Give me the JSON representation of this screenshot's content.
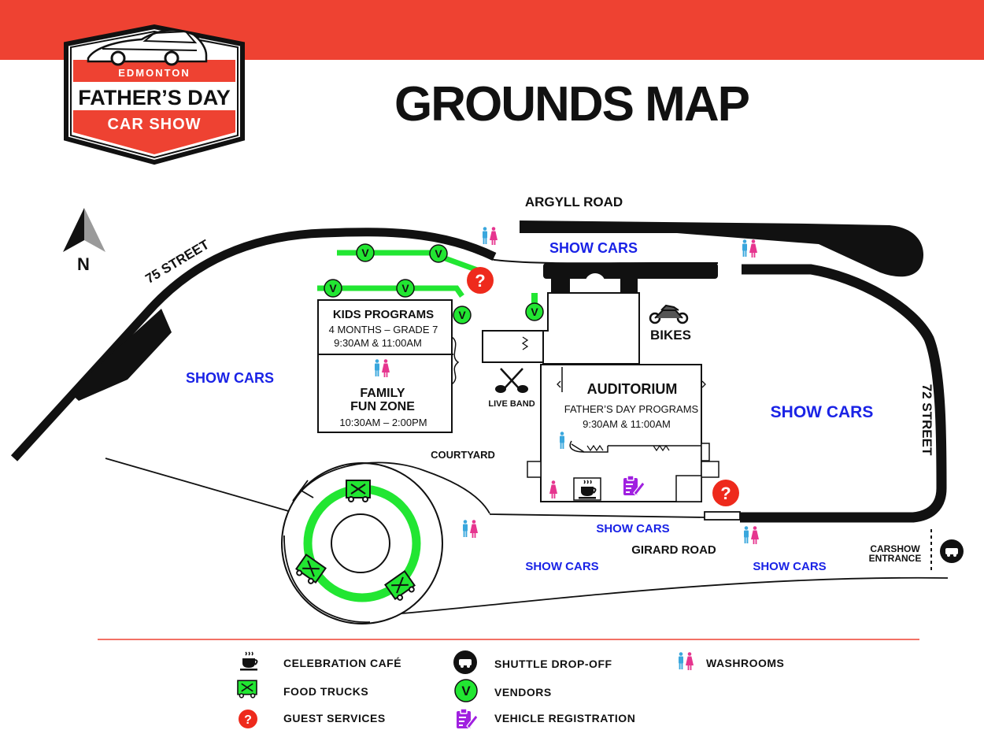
{
  "logo": {
    "top_text": "EDMONTON",
    "line1": "FATHER’S DAY",
    "line2": "CAR SHOW"
  },
  "title": "GROUNDS MAP",
  "north_label": "N",
  "roads": {
    "argyll": "ARGYLL ROAD",
    "street75": "75 STREET",
    "street72": "72 STREET",
    "girard": "GIRARD ROAD"
  },
  "areas": {
    "show_cars": "SHOW CARS",
    "kids_programs": {
      "title": "KIDS PROGRAMS",
      "age": "4 MONTHS – GRADE 7",
      "times": "9:30AM & 11:00AM"
    },
    "family_fun_zone": {
      "line1": "FAMILY",
      "line2": "FUN ZONE",
      "times": "10:30AM – 2:00PM"
    },
    "auditorium": {
      "title": "AUDITORIUM",
      "subtitle": "FATHER’S DAY PROGRAMS",
      "times": "9:30AM & 11:00AM"
    },
    "bikes": "BIKES",
    "live_band": "LIVE BAND",
    "courtyard": "COURTYARD",
    "carshow_entrance": {
      "line1": "CARSHOW",
      "line2": "ENTRANCE"
    }
  },
  "markers": {
    "vendor": "V",
    "guest_services": "?"
  },
  "legend": {
    "cafe": "CELEBRATION CAFÉ",
    "food_trucks": "FOOD TRUCKS",
    "guest_services": "GUEST SERVICES",
    "shuttle": "SHUTTLE DROP-OFF",
    "vendors": "VENDORS",
    "vehicle_registration": "VEHICLE REGISTRATION",
    "washrooms": "WASHROOMS"
  },
  "colors": {
    "red": "#ee4232",
    "green": "#22e632",
    "blue": "#1a23e6",
    "purple": "#a020e0",
    "wash_male": "#3aa7dd",
    "wash_female": "#e6358f"
  }
}
